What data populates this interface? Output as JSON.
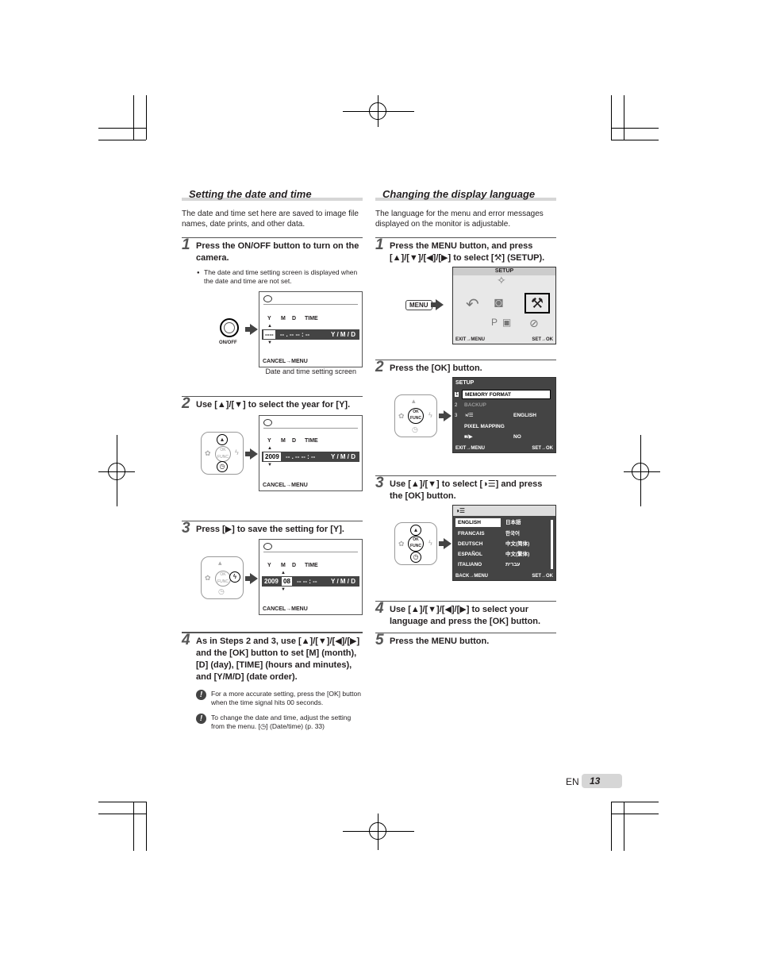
{
  "left": {
    "title": "Setting the date and time",
    "intro": "The date and time set here are saved to image file names, date prints, and other data.",
    "steps": [
      {
        "num": "1",
        "text": "Press the ON/OFF button to turn on the camera.",
        "bullet": "The date and time setting screen is displayed when the date and time are not set.",
        "caption": "Date and time setting screen"
      },
      {
        "num": "2",
        "text": "Use [▲]/[▼] to select the year for [Y]."
      },
      {
        "num": "3",
        "text": "Press [▶] to save the setting for [Y]."
      },
      {
        "num": "4",
        "text": "As in Steps 2 and 3, use [▲]/[▼]/[◀]/[▶] and the [OK] button to set [M] (month), [D] (day), [TIME] (hours and minutes), and [Y/M/D] (date order).",
        "notes": [
          "For a more accurate setting, press the [OK] button when the time signal hits 00 seconds.",
          "To change the date and time, adjust the setting from the menu. [◷] (Date/time) (p. 33)"
        ]
      }
    ],
    "screen": {
      "y": "Y",
      "m": "M",
      "d": "D",
      "time": "TIME",
      "blank_year": "----",
      "blank_rest": "-- . --   -- : --",
      "order": "Y / M / D",
      "year": "2009",
      "month": "08",
      "rest2": "-- . --   -- : --",
      "rest3": "--   -- : --",
      "cancel": "CANCEL→MENU",
      "onoff_label": "ON/OFF",
      "ok_func": "OK FUNC"
    }
  },
  "right": {
    "title": "Changing the display language",
    "intro": "The language for the menu and error messages displayed on the monitor is adjustable.",
    "steps": [
      {
        "num": "1",
        "text": "Press the MENU button, and press [▲]/[▼]/[◀]/[▶] to select [⚒] (SETUP)."
      },
      {
        "num": "2",
        "text": "Press the [OK] button."
      },
      {
        "num": "3",
        "text": "Use [▲]/[▼] to select [◑☰] and press the [OK] button."
      },
      {
        "num": "4",
        "text": "Use [▲]/[▼]/[◀]/[▶] to select your language and press the [OK] button."
      },
      {
        "num": "5",
        "text": "Press the MENU button."
      }
    ],
    "menu_button": "MENU",
    "setup_screen": {
      "title": "SETUP",
      "exit": "EXIT→MENU",
      "set": "SET→OK"
    },
    "setup_menu": {
      "title": "SETUP",
      "rows": [
        {
          "num": "1",
          "label": "MEMORY FORMAT",
          "value": ""
        },
        {
          "num": "2",
          "label": "BACKUP",
          "value": ""
        },
        {
          "num": "3",
          "label": "◑/☰",
          "value": "ENGLISH"
        },
        {
          "num": "",
          "label": "PIXEL MAPPING",
          "value": ""
        },
        {
          "num": "",
          "label": "■/▶",
          "value": "NO"
        }
      ],
      "exit": "EXIT→MENU",
      "set": "SET→OK"
    },
    "lang_screen": {
      "icon": "◑☰",
      "left": [
        "ENGLISH",
        "FRANCAIS",
        "DEUTSCH",
        "ESPAÑOL",
        "ITALIANO"
      ],
      "right": [
        "日本語",
        "한국어",
        "中文(简体)",
        "中文(繁体)",
        "עברית"
      ],
      "back": "BACK→MENU",
      "set": "SET→OK"
    }
  },
  "footer": {
    "lang": "EN",
    "page": "13"
  }
}
